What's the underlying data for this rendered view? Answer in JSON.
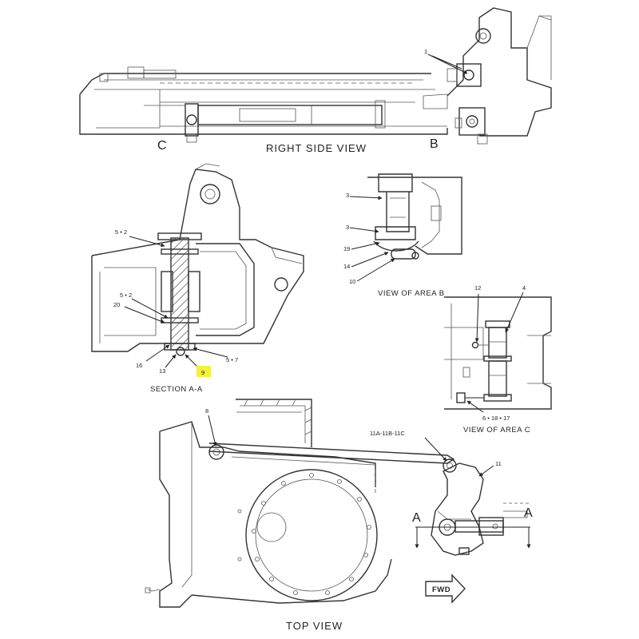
{
  "views": {
    "right_side": {
      "title": "RIGHT SIDE VIEW",
      "marker_left": "C",
      "marker_right": "B",
      "callouts": [
        "1"
      ]
    },
    "section_aa": {
      "title": "SECTION A-A",
      "callouts": [
        "5 • 2",
        "5 • 2",
        "20",
        "16",
        "13",
        "9",
        "5 • 7"
      ],
      "highlighted_callout": "9",
      "highlight_color": "#f5f03c"
    },
    "area_b": {
      "title": "VIEW OF AREA B",
      "callouts": [
        "3",
        "3",
        "19",
        "14",
        "10"
      ]
    },
    "area_c": {
      "title": "VIEW OF AREA C",
      "callouts": [
        "12",
        "4",
        "6 • 18 • 17"
      ]
    },
    "top": {
      "title": "TOP VIEW",
      "callouts": [
        "8",
        "11A-11B-11C",
        "11"
      ],
      "section_marker_left": "A",
      "section_marker_right": "A",
      "direction_arrow": "FWD"
    }
  }
}
